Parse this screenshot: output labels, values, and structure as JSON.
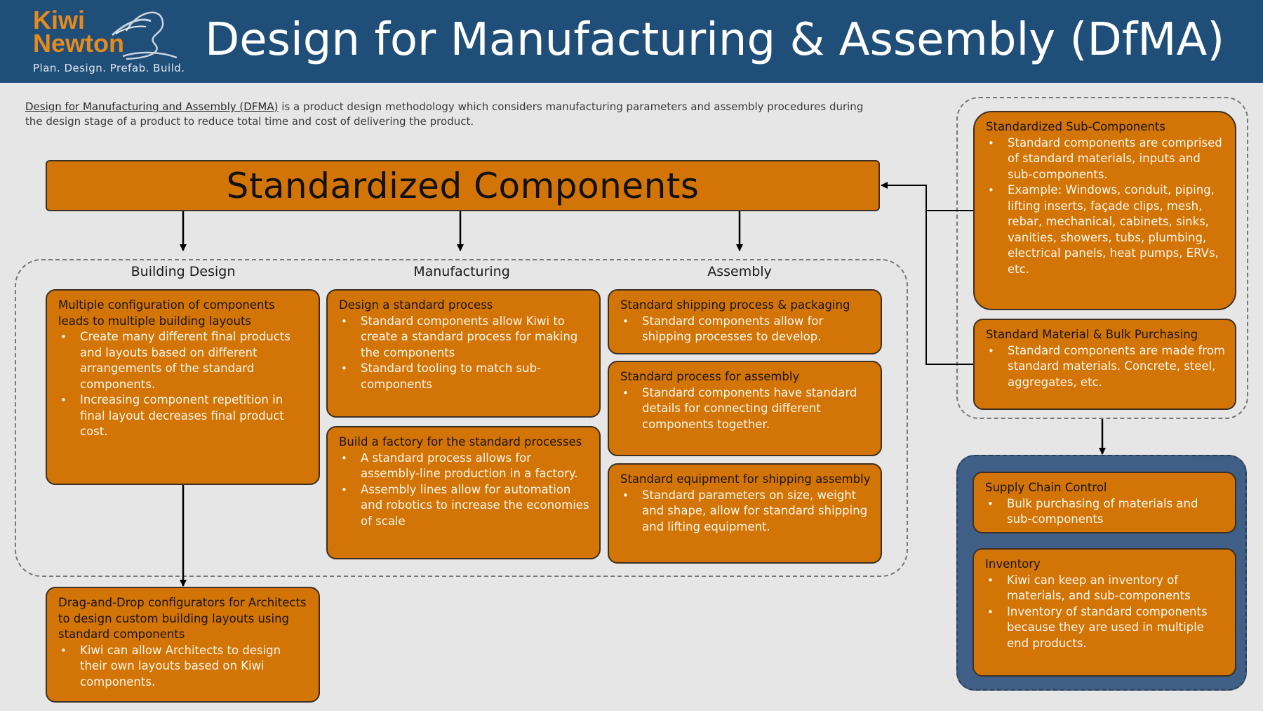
{
  "header": {
    "logo": {
      "line1": "Kiwi",
      "line2": "Newton",
      "tagline": "Plan. Design. Prefab. Build."
    },
    "title": "Design for Manufacturing & Assembly (DfMA)"
  },
  "intro": {
    "link_text": "Design for Manufacturing and Assembly (DFMA)",
    "text": " is a product design methodology which considers manufacturing parameters and assembly procedures during the design stage of a product to reduce total time and cost of delivering the product."
  },
  "colors": {
    "header_bg": "#1f4e79",
    "card_orange": "#d37406",
    "logo_orange": "#e58a1f",
    "supply_group_bg": "#3f5f87",
    "page_bg": "#e6e6e6"
  },
  "main_bar": {
    "label": "Standardized Components"
  },
  "columns": [
    {
      "label": "Building Design",
      "cards": [
        {
          "title": "Multiple configuration of components leads to multiple building layouts",
          "bullets": [
            "Create many different final products and layouts based on different arrangements of the standard components.",
            "Increasing component repetition in final layout decreases final product cost."
          ]
        }
      ]
    },
    {
      "label": "Manufacturing",
      "cards": [
        {
          "title": "Design a standard process",
          "bullets": [
            "Standard components allow Kiwi to create a standard process for making the components",
            "Standard tooling to match sub-components"
          ]
        },
        {
          "title": "Build a factory for the standard processes",
          "bullets": [
            "A standard process allows for assembly-line production in a factory.",
            "Assembly lines allow for automation and robotics to increase the economies of scale"
          ]
        }
      ]
    },
    {
      "label": "Assembly",
      "cards": [
        {
          "title": "Standard shipping process & packaging",
          "bullets": [
            "Standard components allow for shipping processes to develop."
          ]
        },
        {
          "title": "Standard process for assembly",
          "bullets": [
            "Standard components have standard details for connecting different components together."
          ]
        },
        {
          "title": "Standard equipment for shipping assembly",
          "bullets": [
            "Standard parameters on size, weight and shape, allow for standard shipping and lifting equipment."
          ]
        }
      ]
    }
  ],
  "configurator_card": {
    "title": "Drag-and-Drop configurators for Architects to design custom building layouts using standard components",
    "bullets": [
      "Kiwi can allow Architects to design their own layouts based on Kiwi components."
    ]
  },
  "inputs_group": {
    "cards": [
      {
        "title": "Standardized Sub-Components",
        "bullets": [
          "Standard components are comprised of standard materials, inputs and sub-components.",
          "Example: Windows, conduit, piping, lifting inserts, façade clips, mesh, rebar, mechanical, cabinets, sinks, vanities, showers, tubs, plumbing, electrical panels, heat pumps, ERVs, etc."
        ]
      },
      {
        "title": "Standard Material & Bulk Purchasing",
        "bullets": [
          "Standard components are made from standard materials. Concrete, steel, aggregates, etc."
        ]
      }
    ]
  },
  "supply_group": {
    "cards": [
      {
        "title": "Supply Chain Control",
        "bullets": [
          "Bulk purchasing of materials and sub-components"
        ]
      },
      {
        "title": "Inventory",
        "bullets": [
          "Kiwi can keep an inventory of materials, and sub-components",
          "Inventory of standard components because they are used in multiple end products."
        ]
      }
    ]
  }
}
